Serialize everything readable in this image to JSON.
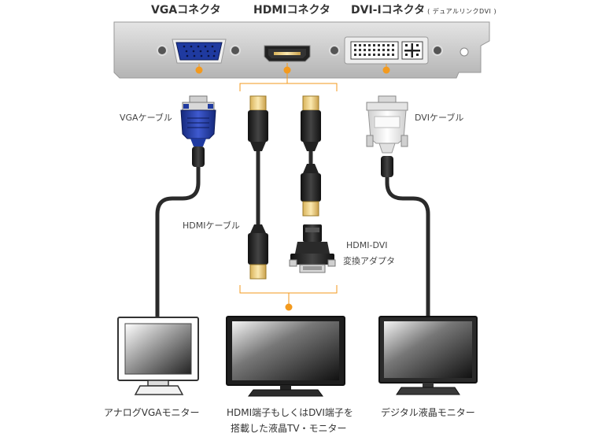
{
  "connectors": {
    "vga": "VGAコネクタ",
    "hdmi": "HDMIコネクタ",
    "dvi": "DVI-Iコネクタ",
    "dvi_note": "( デュアルリンクDVI )"
  },
  "cables": {
    "vga": "VGAケーブル",
    "dvi": "DVIケーブル",
    "hdmi": "HDMIケーブル",
    "adapter_line1": "HDMI-DVI",
    "adapter_line2": "変換アダプタ"
  },
  "monitors": {
    "analog": "アナログVGAモニター",
    "tv_line1": "HDMI端子もしくはDVI端子を",
    "tv_line2": "搭載した液晶TV・モニター",
    "digital": "デジタル液晶モニター"
  },
  "colors": {
    "bracket": "#c9c9c9",
    "vga_blue": "#1f3aa0",
    "accent_orange": "#f39a1e",
    "hdmi_gold": "#e8c56a",
    "cable_black": "#222222",
    "dvi_white": "#f2f2f2"
  }
}
